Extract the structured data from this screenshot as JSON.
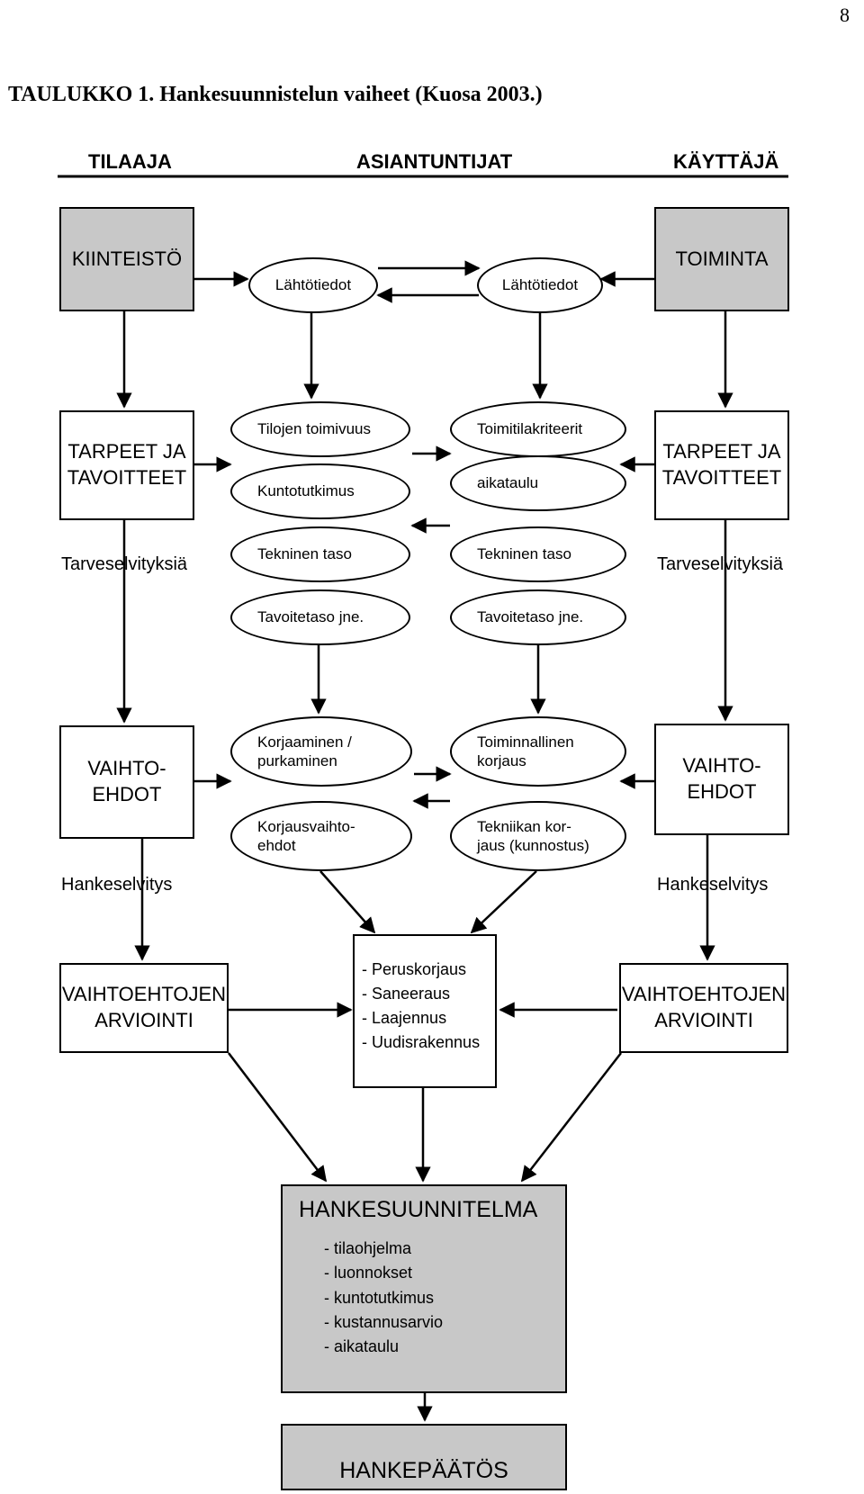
{
  "page_number": "8",
  "caption": "TAULUKKO 1. Hankesuunnistelun vaiheet (Kuosa 2003.)",
  "columns": {
    "left": "TILAAJA",
    "center": "ASIANTUNTIJAT",
    "right": "KÄYTTÄJÄ"
  },
  "nodes": {
    "kiinteisto": "KIINTEISTÖ",
    "toiminta": "TOIMINTA",
    "lahto_left": "Lähtötiedot",
    "lahto_right": "Lähtötiedot",
    "tarpeet_left": "TARPEET JA\nTAVOITTEET",
    "tarpeet_right": "TARPEET JA\nTAVOITTEET",
    "tilojen": "Tilojen toimivuus",
    "kuntotutkimus": "Kuntotutkimus",
    "tekninen_left": "Tekninen taso",
    "tavoitetaso_left": "Tavoitetaso jne.",
    "toimitila": "Toimitilakriteerit",
    "aikataulu": "aikataulu",
    "tekninen_right": "Tekninen taso",
    "tavoitetaso_right": "Tavoitetaso jne.",
    "tarveselvityksia_left": "Tarveselvityksiä",
    "tarveselvityksia_right": "Tarveselvityksiä",
    "vaihto_left": "VAIHTO-\nEHDOT",
    "vaihto_right": "VAIHTO-\nEHDOT",
    "korjaaminen": "Korjaaminen /\npurkaminen",
    "korjausvaihto": "Korjausvaihto-\nehdot",
    "toiminnallinen": "Toiminnallinen\nkorjaus",
    "tekniikan": "Tekniikan kor-\njaus (kunnostus)",
    "hankeselvitys_left": "Hankeselvitys",
    "hankeselvitys_right": "Hankeselvitys",
    "arviointi_left": "VAIHTOEHTOJEN\nARVIOINTI",
    "arviointi_right": "VAIHTOEHTOJEN\nARVIOINTI",
    "options": [
      "- Peruskorjaus",
      "- Saneeraus",
      "- Laajennus",
      "- Uudisrakennus"
    ],
    "hankesuunnitelma_title": "HANKESUUNNITELMA",
    "hankesuunnitelma_items": [
      "- tilaohjelma",
      "- luonnokset",
      "- kuntotutkimus",
      "- kustannusarvio",
      "- aikataulu"
    ],
    "hankepaatos": "HANKEPÄÄTÖS"
  }
}
